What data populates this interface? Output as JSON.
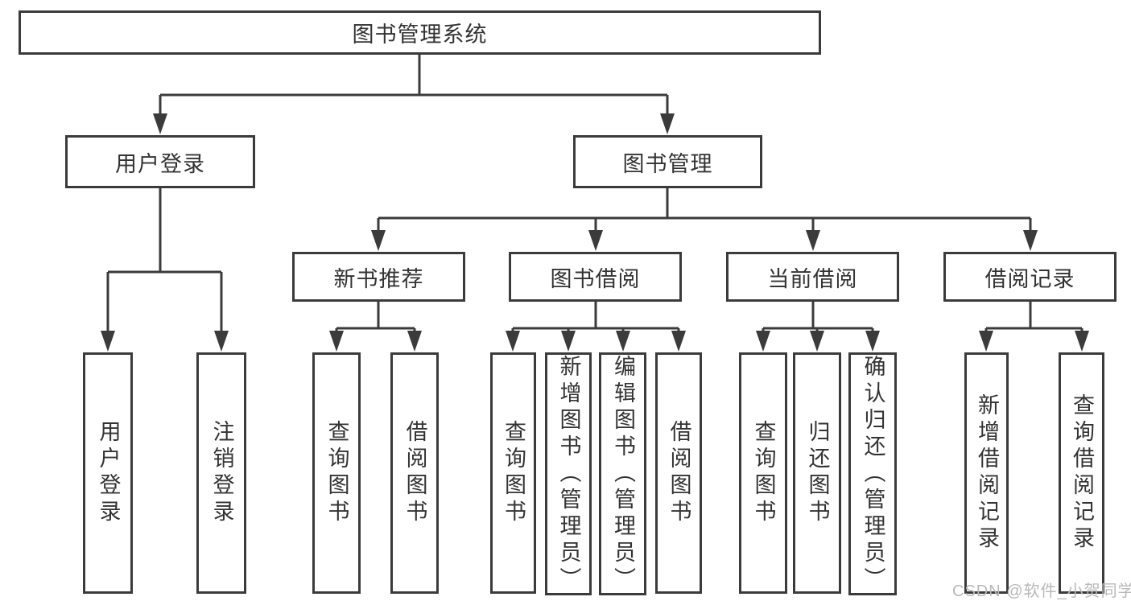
{
  "tree": {
    "label": "图书管理系统",
    "children": [
      {
        "label": "用户登录",
        "children": [
          {
            "label": "用户登录"
          },
          {
            "label": "注销登录"
          }
        ]
      },
      {
        "label": "图书管理",
        "children": [
          {
            "label": "新书推荐",
            "children": [
              {
                "label": "查询图书"
              },
              {
                "label": "借阅图书"
              }
            ]
          },
          {
            "label": "图书借阅",
            "children": [
              {
                "label": "查询图书"
              },
              {
                "label": "新增图书（管理员）"
              },
              {
                "label": "编辑图书（管理员）"
              },
              {
                "label": "借阅图书"
              }
            ]
          },
          {
            "label": "当前借阅",
            "children": [
              {
                "label": "查询图书"
              },
              {
                "label": "归还图书"
              },
              {
                "label": "确认归还（管理员）"
              }
            ]
          },
          {
            "label": "借阅记录",
            "children": [
              {
                "label": "新增借阅记录"
              },
              {
                "label": "查询借阅记录"
              }
            ]
          }
        ]
      }
    ]
  },
  "watermark": "CSDN @软件_小贺同学",
  "colors": {
    "line": "#3b3b3b",
    "box_border": "#3b3b3b",
    "text": "#333333",
    "watermark": "#b9b9b9",
    "background": "#ffffff"
  }
}
